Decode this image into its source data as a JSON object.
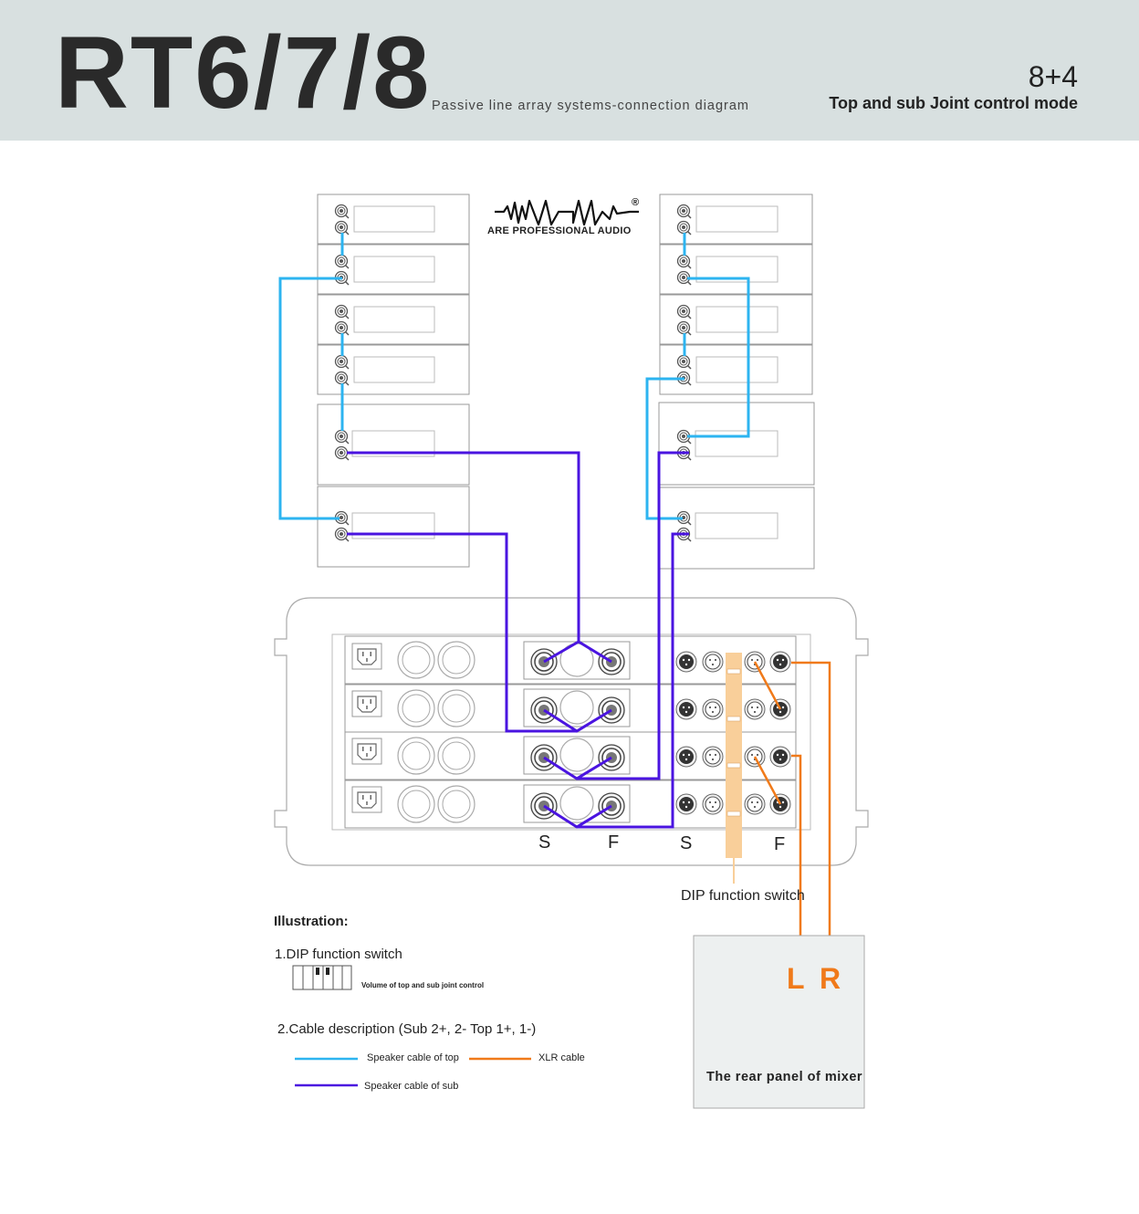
{
  "header": {
    "model": "RT6/7/8",
    "subtitle": "Passive line array systems-connection diagram",
    "ratio": "8+4",
    "mode": "Top and sub Joint control mode"
  },
  "brand": {
    "name": "ARE PROFESSIONAL AUDIO",
    "registered": "®"
  },
  "amp": {
    "speakon_labels": [
      "S",
      "F",
      "S",
      "F"
    ]
  },
  "dip_switch_label": "DIP function switch",
  "mixer": {
    "left_label": "L",
    "right_label": "R",
    "panel_label": "The rear panel of mixer"
  },
  "illustration": {
    "title": "Illustration:",
    "item1": "1.DIP function switch",
    "item1_caption": "Volume of top and sub joint control",
    "item2": "2.Cable description (Sub 2+, 2-  Top 1+, 1-)",
    "legend": [
      {
        "label": "Speaker cable of top",
        "color": "#2db4f0"
      },
      {
        "label": "XLR cable",
        "color": "#f07a1a"
      },
      {
        "label": "Speaker cable of sub",
        "color": "#4a14e0"
      }
    ]
  },
  "colors": {
    "top_cable": "#2db4f0",
    "sub_cable": "#4a14e0",
    "xlr_cable": "#f07a1a",
    "dip_strip": "#f9cf9a",
    "header_bg": "#d8e0e0"
  }
}
